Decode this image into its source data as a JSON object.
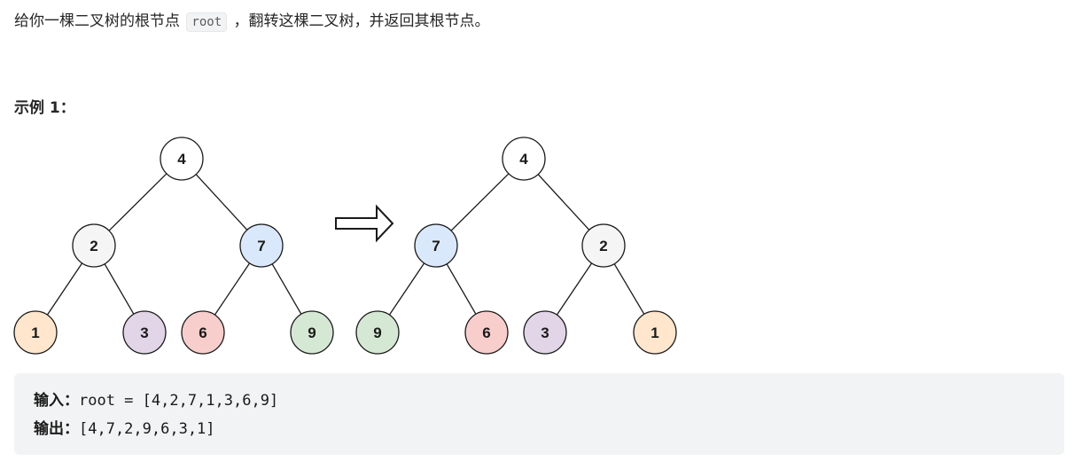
{
  "description": {
    "before": "给你一棵二叉树的根节点 ",
    "code": "root",
    "after": " ，翻转这棵二叉树，并返回其根节点。"
  },
  "example": {
    "title": "示例 1：",
    "input_label": "输入：",
    "input_value": "root = [4,2,7,1,3,6,9]",
    "output_label": "输出：",
    "output_value": "[4,7,2,9,6,3,1]"
  },
  "figure": {
    "node_colors": {
      "white": "#ffffff",
      "gray": "#f5f5f5",
      "blue": "#dae8fc",
      "orange": "#ffe6cc",
      "purple": "#e1d5e7",
      "red": "#f8cecc",
      "green": "#d5e8d4"
    },
    "trees": [
      {
        "name": "original-tree",
        "nodes": [
          {
            "id": "n4",
            "label": "4",
            "color": "white"
          },
          {
            "id": "n2",
            "label": "2",
            "color": "gray",
            "parent": "n4"
          },
          {
            "id": "n7",
            "label": "7",
            "color": "blue",
            "parent": "n4"
          },
          {
            "id": "n1",
            "label": "1",
            "color": "orange",
            "parent": "n2"
          },
          {
            "id": "n3",
            "label": "3",
            "color": "purple",
            "parent": "n2"
          },
          {
            "id": "n6",
            "label": "6",
            "color": "red",
            "parent": "n7"
          },
          {
            "id": "n9",
            "label": "9",
            "color": "green",
            "parent": "n7"
          }
        ]
      },
      {
        "name": "inverted-tree",
        "nodes": [
          {
            "id": "n4",
            "label": "4",
            "color": "white"
          },
          {
            "id": "n7",
            "label": "7",
            "color": "blue",
            "parent": "n4"
          },
          {
            "id": "n2",
            "label": "2",
            "color": "gray",
            "parent": "n4"
          },
          {
            "id": "n9",
            "label": "9",
            "color": "green",
            "parent": "n7"
          },
          {
            "id": "n6",
            "label": "6",
            "color": "red",
            "parent": "n7"
          },
          {
            "id": "n3",
            "label": "3",
            "color": "purple",
            "parent": "n2"
          },
          {
            "id": "n1",
            "label": "1",
            "color": "orange",
            "parent": "n2"
          }
        ]
      }
    ]
  }
}
